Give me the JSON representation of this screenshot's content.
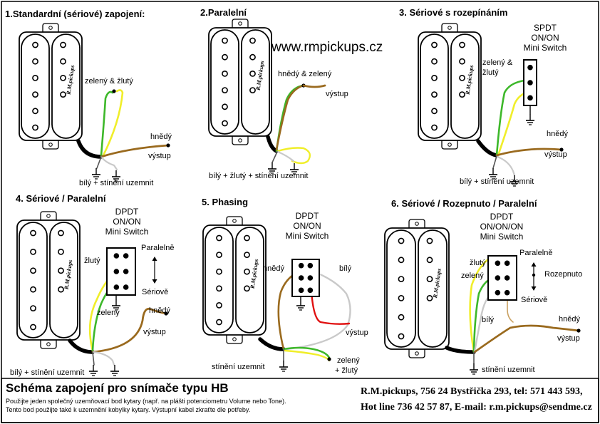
{
  "website": "www.rmpickups.cz",
  "brand": "R.M.pickups",
  "diagrams": [
    {
      "title": "1.Standardní (sériové) zapojení:",
      "labels": {
        "green_yellow": "zelený & žlutý",
        "brown": "hnědý",
        "output": "výstup",
        "ground": "bílý + stínění uzemnit"
      }
    },
    {
      "title": "2.Paralelní",
      "labels": {
        "brown_green": "hnědý & zelený",
        "output": "výstup",
        "ground": "bílý + žlutý + stínění uzemnit"
      }
    },
    {
      "title": "3. Sériové s rozepínáním",
      "switch": [
        "SPDT",
        "ON/ON",
        "Mini Switch"
      ],
      "labels": {
        "green_yellow_1": "zelený &",
        "green_yellow_2": "žlutý",
        "brown": "hnědý",
        "output": "výstup",
        "ground": "bílý + stínění uzemnit"
      }
    },
    {
      "title": "4. Sériové / Paralelní",
      "switch": [
        "DPDT",
        "ON/ON",
        "Mini Switch"
      ],
      "labels": {
        "parallel": "Paralelně",
        "series": "Sériově",
        "yellow": "žlutý",
        "green": "zelený",
        "brown": "hnědý",
        "output": "výstup",
        "ground": "bílý + stínění uzemnit"
      }
    },
    {
      "title": "5. Phasing",
      "switch": [
        "DPDT",
        "ON/ON",
        "Mini Switch"
      ],
      "labels": {
        "brown": "hnědý",
        "white": "bílý",
        "output": "výstup",
        "shield": "stínění uzemnit",
        "green_yellow_1": "zelený",
        "green_yellow_2": "+ žlutý"
      }
    },
    {
      "title": "6. Sériové / Rozepnuto / Paralelní",
      "switch": [
        "DPDT",
        "ON/ON/ON",
        "Mini Switch"
      ],
      "labels": {
        "parallel": "Paralelně",
        "open": "Rozepnuto",
        "series": "Sériově",
        "yellow": "žlutý",
        "green": "zelený",
        "white": "bílý",
        "brown": "hnědý",
        "output": "výstup",
        "shield": "stínění uzemnit"
      }
    }
  ],
  "footer": {
    "title": "Schéma zapojení pro snímače typu HB",
    "note_1": "Použijte jeden společný uzemňovací bod kytary (např. na plášti potenciometru Volume nebo Tone).",
    "note_2": "Tento bod použijte také k uzemnění kobylky kytary. Výstupní kabel zkraťte dle potřeby.",
    "contact_1": "R.M.pickups, 756 24 Bystřička 293, tel: 571 443 593,",
    "contact_2": "Hot line 736 42 57 87, E-mail: r.m.pickups@sendme.cz"
  },
  "colors": {
    "green": "#3db82a",
    "yellow": "#f0ee2a",
    "brown": "#9a6a1e",
    "white_wire": "#c9c9c9",
    "red": "#e01010",
    "frame": "#000000"
  }
}
